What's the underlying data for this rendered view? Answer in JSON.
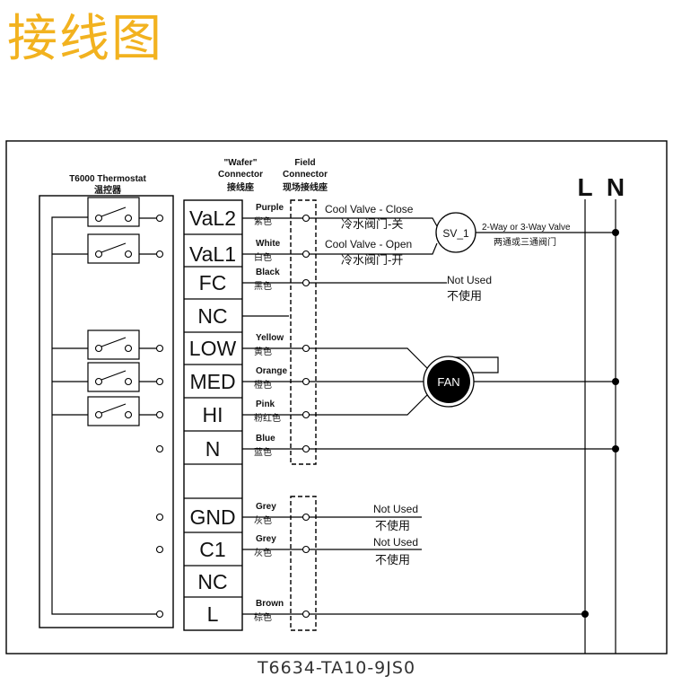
{
  "header": {
    "title": "接线图"
  },
  "thermostat": {
    "name": "T6000 Thermostat",
    "name_cn": "温控器"
  },
  "wafer_connector": {
    "line1": "\"Wafer\"",
    "line2": "Connector",
    "name_cn": "接线座"
  },
  "field_connector": {
    "line1": "Field",
    "line2": "Connector",
    "name_cn": "现场接线座"
  },
  "power": {
    "l": "L",
    "n": "N"
  },
  "terminals": [
    {
      "label": "VaL2",
      "wire": "Purple",
      "wire_cn": "紫色"
    },
    {
      "label": "VaL1",
      "wire": "White",
      "wire_cn": "白色"
    },
    {
      "label": "FC",
      "wire": "Black",
      "wire_cn": "黑色"
    },
    {
      "label": "NC",
      "wire": "",
      "wire_cn": ""
    },
    {
      "label": "LOW",
      "wire": "Yellow",
      "wire_cn": "黄色"
    },
    {
      "label": "MED",
      "wire": "Orange",
      "wire_cn": "橙色"
    },
    {
      "label": "HI",
      "wire": "Pink",
      "wire_cn": "粉红色"
    },
    {
      "label": "N",
      "wire": "Blue",
      "wire_cn": "蓝色"
    },
    {
      "label": "GND",
      "wire": "Grey",
      "wire_cn": "灰色"
    },
    {
      "label": "C1",
      "wire": "Grey",
      "wire_cn": "灰色"
    },
    {
      "label": "NC",
      "wire": "",
      "wire_cn": ""
    },
    {
      "label": "L",
      "wire": "Brown",
      "wire_cn": "棕色"
    }
  ],
  "valve": {
    "close": "Cool Valve - Close",
    "close_cn": "冷水阀门-关",
    "open": "Cool Valve - Open",
    "open_cn": "冷水阀门-开",
    "symbol": "SV_1",
    "type": "2-Way or 3-Way Valve",
    "type_cn": "两通或三通阀门"
  },
  "fan": {
    "symbol": "FAN"
  },
  "not_used": {
    "en": "Not Used",
    "cn": "不使用"
  },
  "footer": {
    "model": "T6634-TA10-9JS0"
  },
  "colors": {
    "title": "#f2b21f",
    "line": "#000000"
  }
}
